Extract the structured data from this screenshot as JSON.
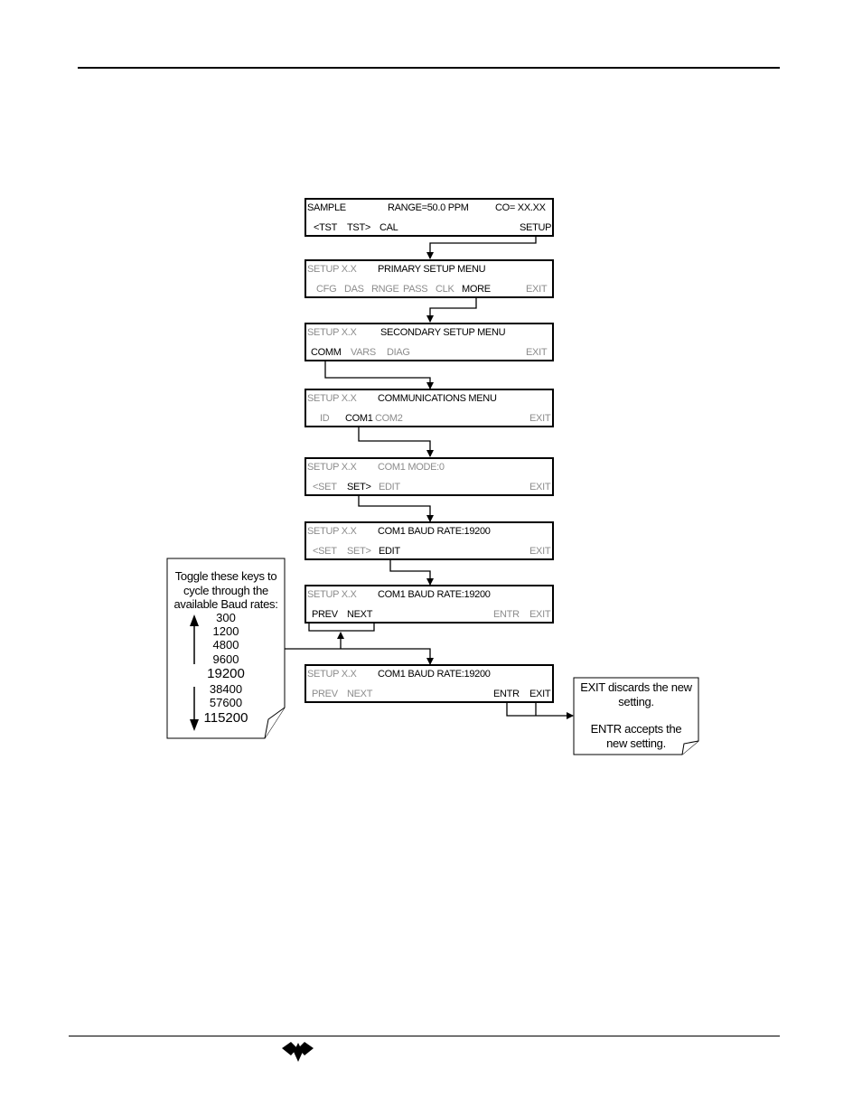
{
  "panels": [
    {
      "left": "SAMPLE",
      "mid": "RANGE=50.0 PPM",
      "right": "CO= XX.XX",
      "keys": [
        "<TST",
        "TST>",
        "CAL",
        "SETUP"
      ]
    },
    {
      "left": "SETUP X.X",
      "mid": "PRIMARY SETUP MENU",
      "keys": [
        "CFG",
        "DAS",
        "RNGE",
        "PASS",
        "CLK",
        "MORE",
        "EXIT"
      ]
    },
    {
      "left": "SETUP X.X",
      "mid": "SECONDARY SETUP MENU",
      "keys": [
        "COMM",
        "VARS",
        "DIAG",
        "EXIT"
      ]
    },
    {
      "left": "SETUP X.X",
      "mid": "COMMUNICATIONS MENU",
      "keys": [
        "ID",
        "COM1",
        "COM2",
        "EXIT"
      ]
    },
    {
      "left": "SETUP X.X",
      "mid": "COM1 MODE:0",
      "keys": [
        "<SET",
        "SET>",
        "EDIT",
        "EXIT"
      ]
    },
    {
      "left": "SETUP X.X",
      "mid": "COM1 BAUD RATE:19200",
      "keys": [
        "<SET",
        "SET>",
        "EDIT",
        "EXIT"
      ]
    },
    {
      "left": "SETUP X.X",
      "mid": "COM1 BAUD RATE:19200",
      "keys": [
        "PREV",
        "NEXT",
        "ENTR",
        "EXIT"
      ]
    },
    {
      "left": "SETUP X.X",
      "mid": "COM1 BAUD RATE:19200",
      "keys": [
        "PREV",
        "NEXT",
        "ENTR",
        "EXIT"
      ]
    }
  ],
  "toggle_note": {
    "lines": [
      "Toggle these keys to",
      "cycle through the",
      "available Baud rates:"
    ],
    "rates": [
      "300",
      "1200",
      "4800",
      "9600",
      "19200",
      "38400",
      "57600",
      "115200"
    ]
  },
  "exit_note": {
    "line1_key": "EXIT",
    "line1_rest": " discards the new",
    "line2": "setting.",
    "line3_key": "ENTR",
    "line3_rest": " accepts the",
    "line4": "new setting."
  },
  "colors": {
    "text": "#000000",
    "inactive": "#8c8c8c"
  }
}
